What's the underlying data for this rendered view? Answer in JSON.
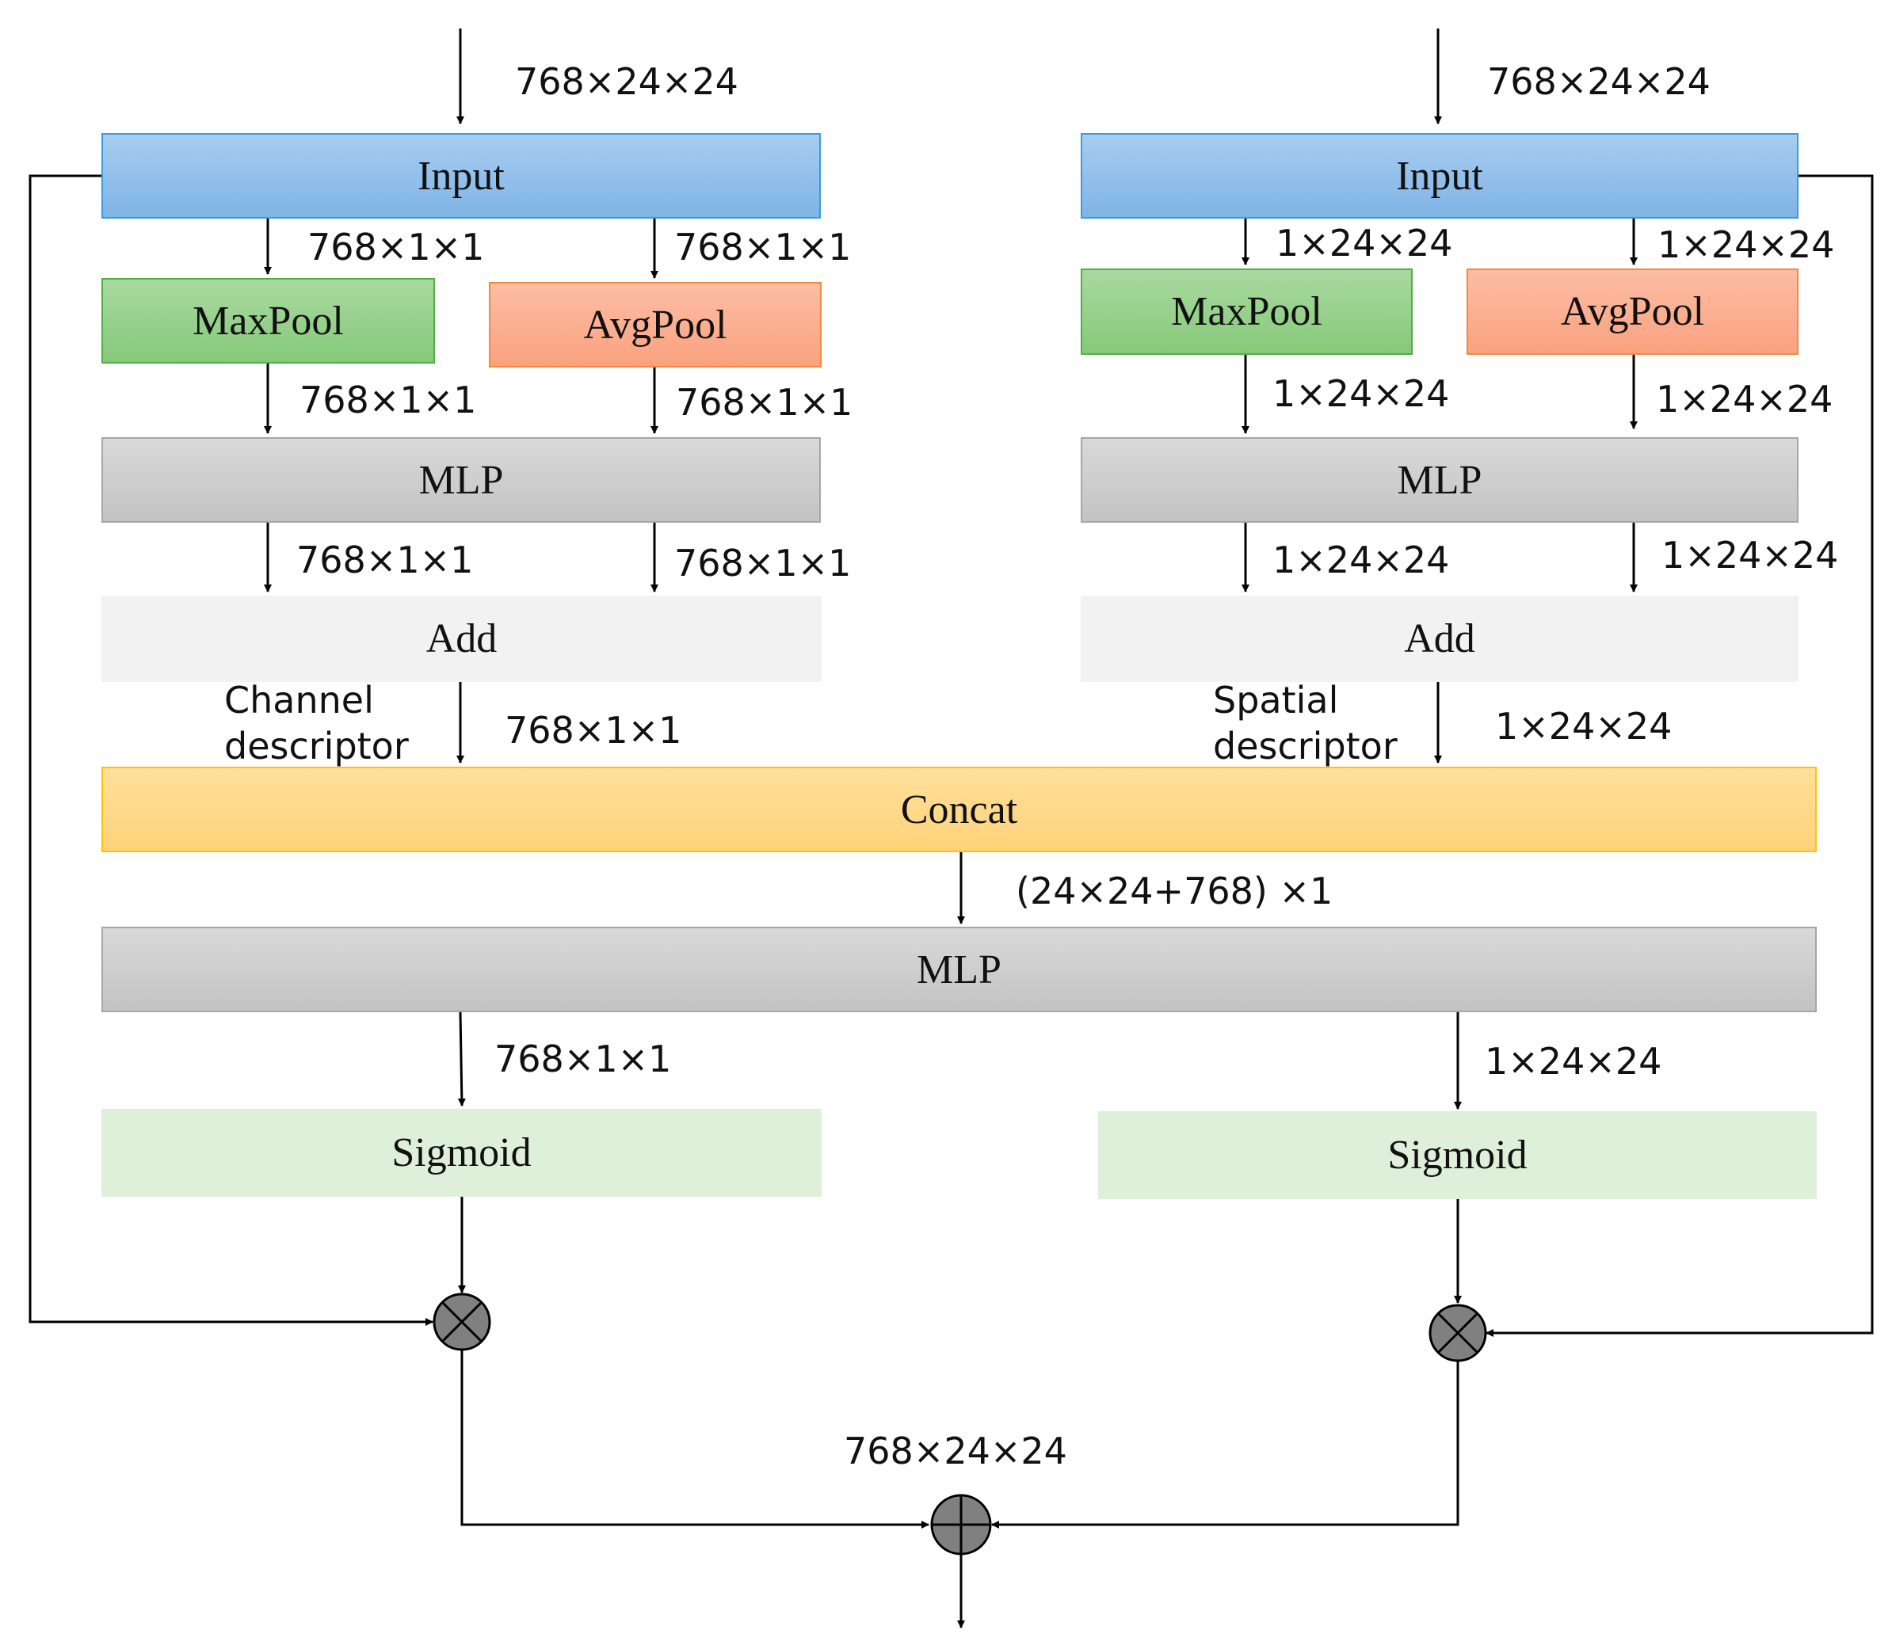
{
  "channel": {
    "input_dim": "768×24×24",
    "input": "Input",
    "maxpool": "MaxPool",
    "avgpool": "AvgPool",
    "mlp": "MLP",
    "add": "Add",
    "dims": {
      "to_maxpool": "768×1×1",
      "to_avgpool": "768×1×1",
      "maxpool_to_mlp": "768×1×1",
      "avgpool_to_mlp": "768×1×1",
      "mlp_to_add_left": "768×1×1",
      "mlp_to_add_right": "768×1×1",
      "add_to_concat": "768×1×1"
    },
    "descriptor": [
      "Channel",
      "descriptor"
    ]
  },
  "spatial": {
    "input_dim": "768×24×24",
    "input": "Input",
    "maxpool": "MaxPool",
    "avgpool": "AvgPool",
    "mlp": "MLP",
    "add": "Add",
    "dims": {
      "to_maxpool": "1×24×24",
      "to_avgpool": "1×24×24",
      "maxpool_to_mlp": "1×24×24",
      "avgpool_to_mlp": "1×24×24",
      "mlp_to_add_left": "1×24×24",
      "mlp_to_add_right": "1×24×24",
      "add_to_concat": "1×24×24"
    },
    "descriptor": [
      "Spatial",
      "descriptor"
    ]
  },
  "concat": "Concat",
  "concat_dim": "(24×24+768) ×1",
  "shared_mlp": "MLP",
  "sigmoid_left": "Sigmoid",
  "sigmoid_right": "Sigmoid",
  "sigmoid_left_dim": "768×1×1",
  "sigmoid_right_dim": "1×24×24",
  "output_dim": "768×24×24"
}
